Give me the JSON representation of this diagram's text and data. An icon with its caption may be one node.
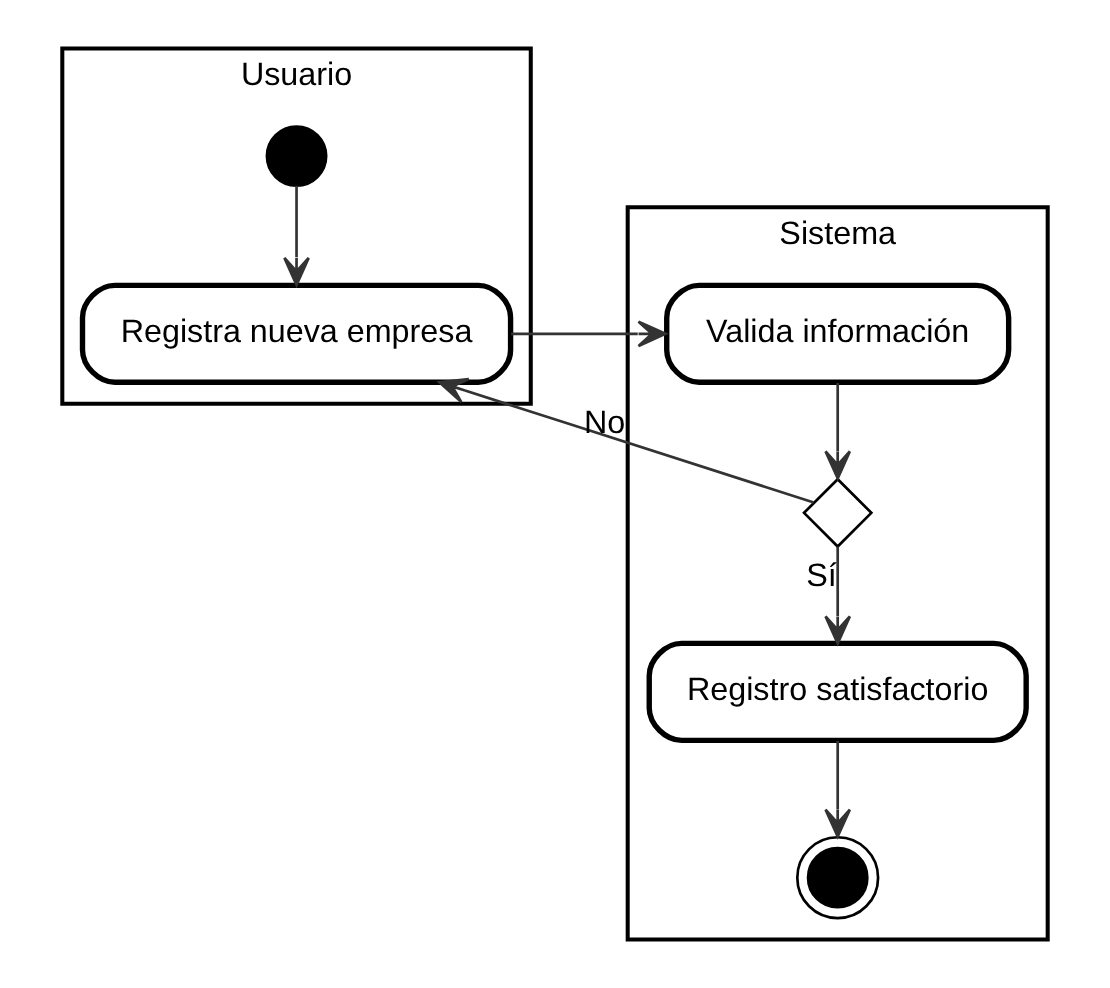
{
  "diagram": {
    "nodes": [
      {
        "text": [
          "Usuario"
        ]
      },
      {
        "text": [
          "Sistema"
        ]
      },
      {
        "text": [],
        "shape": "circle",
        "in": 0
      },
      {
        "text": [
          "Registra nueva empresa"
        ],
        "in": 0
      },
      {
        "text": [
          "Valida información"
        ],
        "in": 1
      },
      {
        "text": [],
        "shape": "diamond",
        "in": 1
      },
      {
        "text": [
          "Registro satisfactorio"
        ],
        "in": 1
      },
      {
        "text": [],
        "shape": "circle",
        "in": 1
      }
    ],
    "edges": [
      {
        "from": 2,
        "to": 3,
        "arrow": "to"
      },
      {
        "from": 3,
        "to": 4,
        "arrow": "to"
      },
      {
        "from": 4,
        "to": 5,
        "arrow": "to"
      },
      {
        "from": 5,
        "to": 3,
        "arrow": "to",
        "label": "No"
      },
      {
        "from": 5,
        "to": 6,
        "arrow": "to",
        "label": "Sí"
      },
      {
        "from": 6,
        "to": 7,
        "arrow": "to"
      }
    ]
  }
}
